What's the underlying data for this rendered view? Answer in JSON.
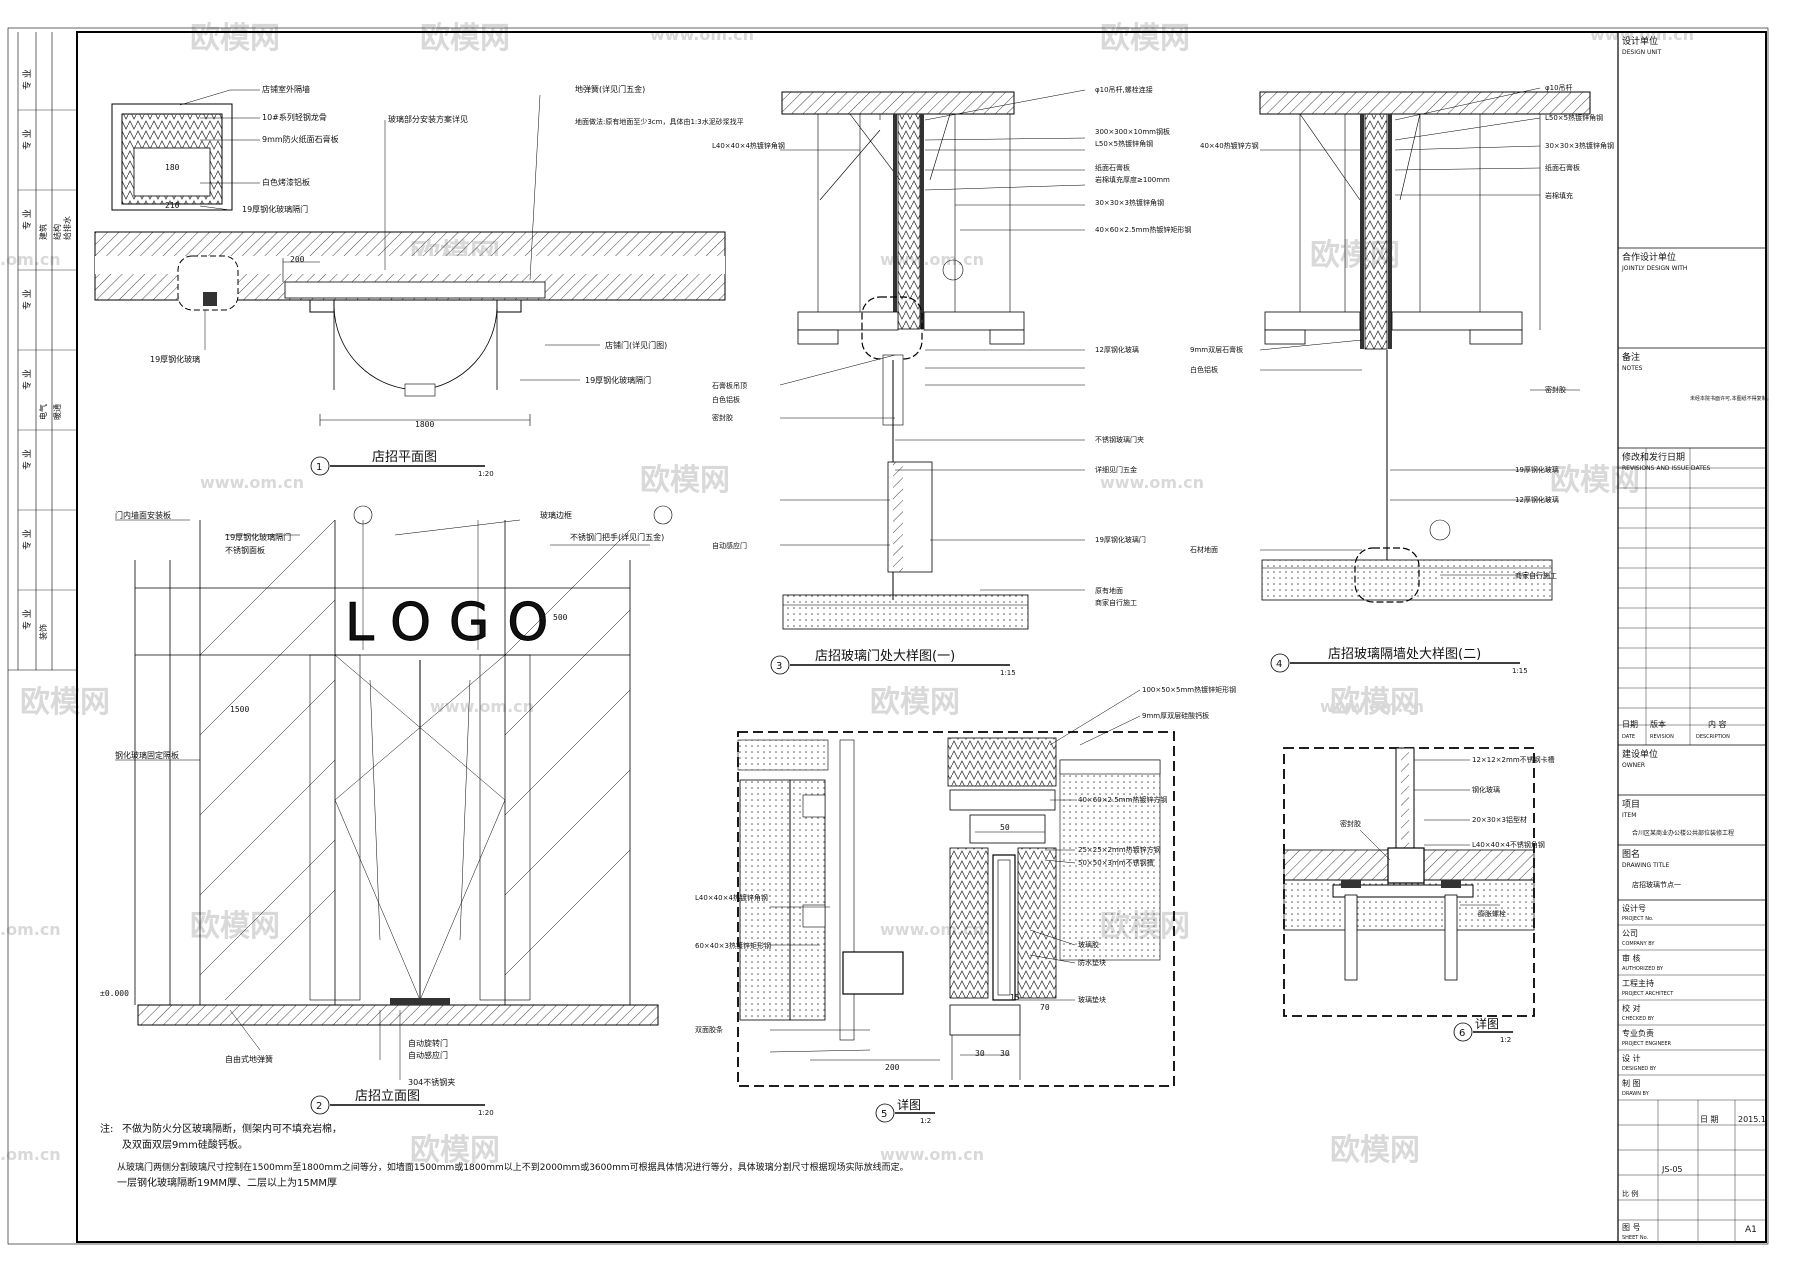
{
  "watermark": {
    "brand": "欧模网",
    "url": "www.om.cn",
    "url_short": ".om.cn"
  },
  "left_strip": {
    "rows": [
      "专 业",
      "专 业",
      "专 业",
      "专 业",
      "专 业",
      "专 业",
      "专 业",
      "专 业"
    ],
    "notes": [
      "建筑",
      "结构",
      "给排水",
      "电气",
      "暖通",
      "装饰"
    ]
  },
  "title_block": {
    "design_unit": {
      "cn": "设计单位",
      "en": "DESIGN UNIT"
    },
    "joint_design": {
      "cn": "合作设计单位",
      "en": "JOINTLY DESIGN WITH"
    },
    "notes": {
      "cn": "备注",
      "en": "NOTES",
      "text": "未经本院书面许可,本图纸不得复制。"
    },
    "revisions": {
      "cn": "修改和发行日期",
      "en": "REVISIONS AND ISSUE DATES",
      "date": "日期",
      "date_en": "DATE",
      "revision": "版本",
      "revision_en": "REVISION",
      "content": "内 容",
      "content_en": "DESCRIPTION"
    },
    "owner": {
      "cn": "建设单位",
      "en": "OWNER"
    },
    "item": {
      "cn": "项目",
      "en": "ITEM",
      "value": "合川区某商业办公楼公共部位装修工程"
    },
    "drawing_title": {
      "cn": "图名",
      "en": "DRAWING TITLE",
      "value": "店招玻璃节点一"
    },
    "project_no": {
      "cn": "设计号",
      "en": "PROJECT No."
    },
    "company": {
      "cn": "公司",
      "en": "COMPANY BY"
    },
    "authorized": {
      "cn": "审 核",
      "en": "AUTHORIZED BY"
    },
    "architect": {
      "cn": "工程主持",
      "en": "PROJECT ARCHITECT"
    },
    "checked": {
      "cn": "校 对",
      "en": "CHECKED BY"
    },
    "engineer": {
      "cn": "专业负责",
      "en": "PROJECT ENGINEER"
    },
    "designed": {
      "cn": "设 计",
      "en": "DESIGNED BY"
    },
    "drawn": {
      "cn": "制 图",
      "en": "DRAWN BY"
    },
    "date_label": "日 期",
    "date_value": "2015.1",
    "drawing_no": "JS-05",
    "scale": "比 例",
    "sheet_no": {
      "cn": "图 号",
      "en": "SHEET No."
    },
    "sheet_size": "A1"
  },
  "views": {
    "v1": {
      "num": "1",
      "title": "店招平面图",
      "scale": "1:20"
    },
    "v2": {
      "num": "2",
      "title": "店招立面图",
      "scale": "1:20"
    },
    "v3": {
      "num": "3",
      "title": "店招玻璃门处大样图(一)",
      "scale": "1:15"
    },
    "v4": {
      "num": "4",
      "title": "店招玻璃隔墙处大样图(二)",
      "scale": "1:15"
    },
    "v5": {
      "num": "5",
      "title": "详图",
      "scale": "1:2"
    },
    "v6": {
      "num": "6",
      "title": "详图",
      "scale": "1:2"
    }
  },
  "plan_labels": [
    "店铺室外隔墙",
    "10#系列轻钢龙骨",
    "9mm防火纸面石膏板",
    "白色烤漆铝板",
    "19厚钢化玻璃隔门",
    "玻璃部分安装方案详见",
    "地弹簧(详见门五金)",
    "地面做法:原有地面至少3cm，具体由1:3水泥砂浆找平",
    "19厚钢化玻璃",
    "店铺门(详见门图)",
    "19厚钢化玻璃隔门"
  ],
  "plan_dims": [
    "180",
    "210",
    "200",
    "1800"
  ],
  "elev_labels": [
    "门内墙面安装板",
    "19厚钢化玻璃隔门",
    "不锈钢面板",
    "玻璃边框",
    "不锈钢门把手(详见门五金)",
    "钢化玻璃固定隔板",
    "自动感应门",
    "自由式地弹簧",
    "自动旋转门",
    "304不锈钢夹"
  ],
  "elev_dims": [
    "500",
    "1500",
    "±0.000"
  ],
  "elev_logo": "LOGO",
  "sec3_labels": [
    "φ10吊杆,螺栓连接",
    "300×300×10mm钢板",
    "L50×5热镀锌角钢",
    "纸面石膏板",
    "岩棉填充厚度≥100mm",
    "30×30×3热镀锌角钢",
    "40×60×2.5mm热镀锌矩形钢",
    "L40×40×4热镀锌角钢",
    "石膏板吊顶",
    "白色铝板",
    "密封胶",
    "12厚钢化玻璃",
    "不锈钢玻璃门夹",
    "自动感应门",
    "19厚钢化玻璃门",
    "详细见门五金",
    "原有地面",
    "商家自行施工"
  ],
  "sec4_labels": [
    "φ10吊杆",
    "L50×5热镀锌角钢",
    "30×30×3热镀锌角钢",
    "纸面石膏板",
    "岩棉填充",
    "40×40热镀锌方钢",
    "9mm双层石膏板",
    "白色铝板",
    "密封胶",
    "19厚钢化玻璃",
    "12厚钢化玻璃",
    "石材地面",
    "商家自行施工"
  ],
  "det5_labels": [
    "100×50×5mm热镀锌矩形钢",
    "9mm厚双层硅酸钙板",
    "40×60×2.5mm热镀锌方钢",
    "L40×40×4热镀锌角钢",
    "60×40×3热镀锌矩形钢",
    "25×25×2mm热镀锌方钢",
    "50×50×3mm不锈钢槽",
    "玻璃胶",
    "防水垫块",
    "玻璃垫块",
    "双面胶条"
  ],
  "det5_dims": [
    "50",
    "200",
    "30",
    "15",
    "30",
    "70"
  ],
  "det6_labels": [
    "12×12×2mm不锈钢卡槽",
    "钢化玻璃",
    "密封胶",
    "20×30×3铝型材",
    "L40×40×4不锈钢角钢",
    "膨胀螺栓"
  ],
  "footnote": {
    "label": "注:",
    "lines": [
      "不做为防火分区玻璃隔断，侧架内可不填充岩棉，",
      "及双面双层9mm硅酸钙板。",
      "从玻璃门两侧分割玻璃尺寸控制在1500mm至1800mm之间等分，如墙面1500mm或1800mm以上不到2000mm或3600mm可根据具体情况进行等分，具体玻璃分割尺寸根据现场实际放线而定。",
      "一层钢化玻璃隔断19MM厚、二层以上为15MM厚"
    ]
  }
}
